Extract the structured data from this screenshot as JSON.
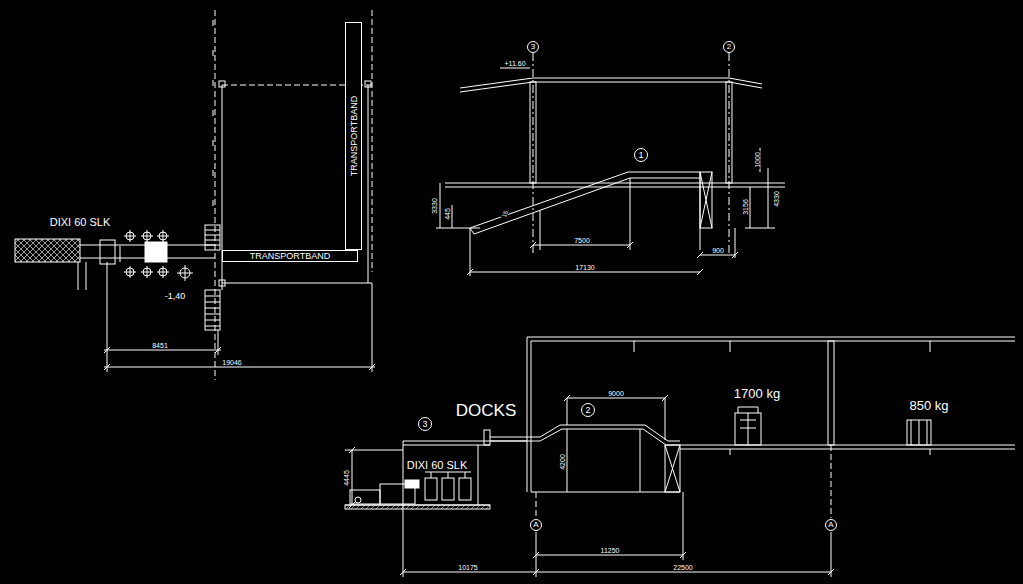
{
  "diagram": {
    "nodes": [
      {
        "text": [
          "TRANSPORTBAND"
        ]
      },
      {
        "text": [
          "TRANSPORTBAND"
        ]
      },
      {
        "text": [
          "3"
        ]
      },
      {
        "text": [
          "2"
        ]
      },
      {
        "text": [
          "1"
        ]
      },
      {
        "text": [
          "3"
        ]
      },
      {
        "text": [
          "2"
        ]
      },
      {
        "text": [
          "A"
        ]
      },
      {
        "text": [
          "A"
        ]
      }
    ],
    "labels": [
      "DIXI 60 SLK",
      "-1,40",
      "8451",
      "19046",
      "+11.60",
      "1000",
      "3330",
      "445",
      "15",
      "3156",
      "4330",
      "7500",
      "900",
      "17130",
      "DOCKS",
      "9000",
      "1700 kg",
      "850 kg",
      "DIXI 60 SLK",
      "4445",
      "4200",
      "11250",
      "10175",
      "22500"
    ]
  }
}
